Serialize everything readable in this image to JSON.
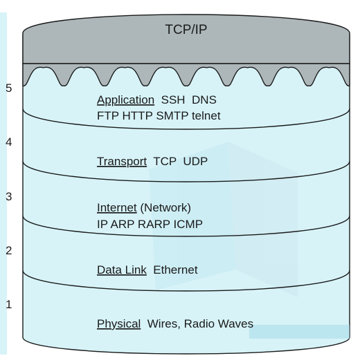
{
  "diagram": {
    "top_label": "TCP/IP",
    "layers": [
      {
        "number": "5",
        "name": "Application",
        "line1_rest": "  SSH  DNS",
        "line2": "FTP  HTTP SMTP  telnet"
      },
      {
        "number": "4",
        "name": "Transport",
        "line1_rest": "  TCP  UDP",
        "line2": ""
      },
      {
        "number": "3",
        "name": "Internet",
        "line1_rest": " (Network)",
        "line2": "IP  ARP  RARP  ICMP"
      },
      {
        "number": "2",
        "name": "Data Link",
        "line1_rest": "  Ethernet",
        "line2": ""
      },
      {
        "number": "1",
        "name": "Physical",
        "line1_rest": "  Wires, Radio Waves",
        "line2": ""
      }
    ],
    "colors": {
      "cylinder_fill": "#d7f3f8",
      "top_fill": "#adb7b9",
      "outline": "#1a1a1a",
      "watermark": "#cdeef5"
    }
  }
}
